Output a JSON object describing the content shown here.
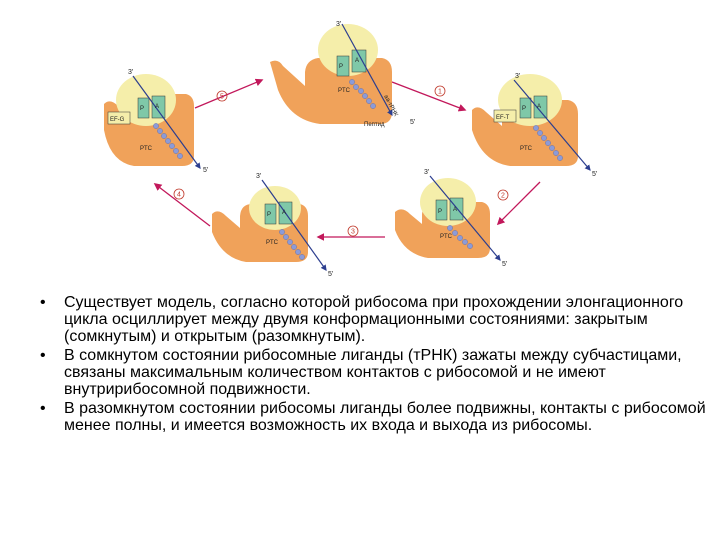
{
  "diagram": {
    "states": [
      {
        "p": "P",
        "a": "A",
        "ptc": "PTC",
        "end3": "3'",
        "end5": "5'",
        "peptide": "Пептид",
        "aa": "аа-тРНК"
      },
      {
        "p": "P",
        "a": "A",
        "ptc": "PTC",
        "end3": "3'",
        "end5": "5'",
        "ef": "EF-T"
      },
      {
        "p": "P",
        "a": "A",
        "ptc": "PTC",
        "end3": "3'",
        "end5": "5'"
      },
      {
        "p": "P",
        "a": "A",
        "ptc": "PTC",
        "end3": "3'",
        "end5": "5'"
      },
      {
        "p": "P",
        "a": "A",
        "ptc": "PTC",
        "end3": "3'",
        "end5": "5'",
        "ef": "EF-G"
      }
    ],
    "steps": [
      "1",
      "2",
      "3",
      "4",
      "5"
    ]
  },
  "bullets": [
    "Существует модель, согласно которой рибосома при прохождении элонгационного цикла осциллирует между двумя конформационными состояниями: закрытым (сомкнутым) и открытым (разомкнутым).",
    "В сомкнутом состоянии рибосомные лиганды (тРНК) зажаты между субчастицами, связаны максимальным количеством контактов с рибосомой и не имеют внутририбосомной подвижности.",
    "В разомкнутом состоянии рибосомы лиганды более подвижны, контакты с рибосомой менее полны, и имеется возможность их входа и выхода из рибосомы."
  ],
  "bullet_symbol": "•",
  "colors": {
    "large_subunit": "#f0a25a",
    "small_subunit": "#f5eeaa",
    "trna": "#7fc8a8",
    "arrow": "#c2185b",
    "mrna": "#2c3e8f",
    "peptide_bead": "#8c9bd8",
    "step_circle": "#c0392b"
  }
}
